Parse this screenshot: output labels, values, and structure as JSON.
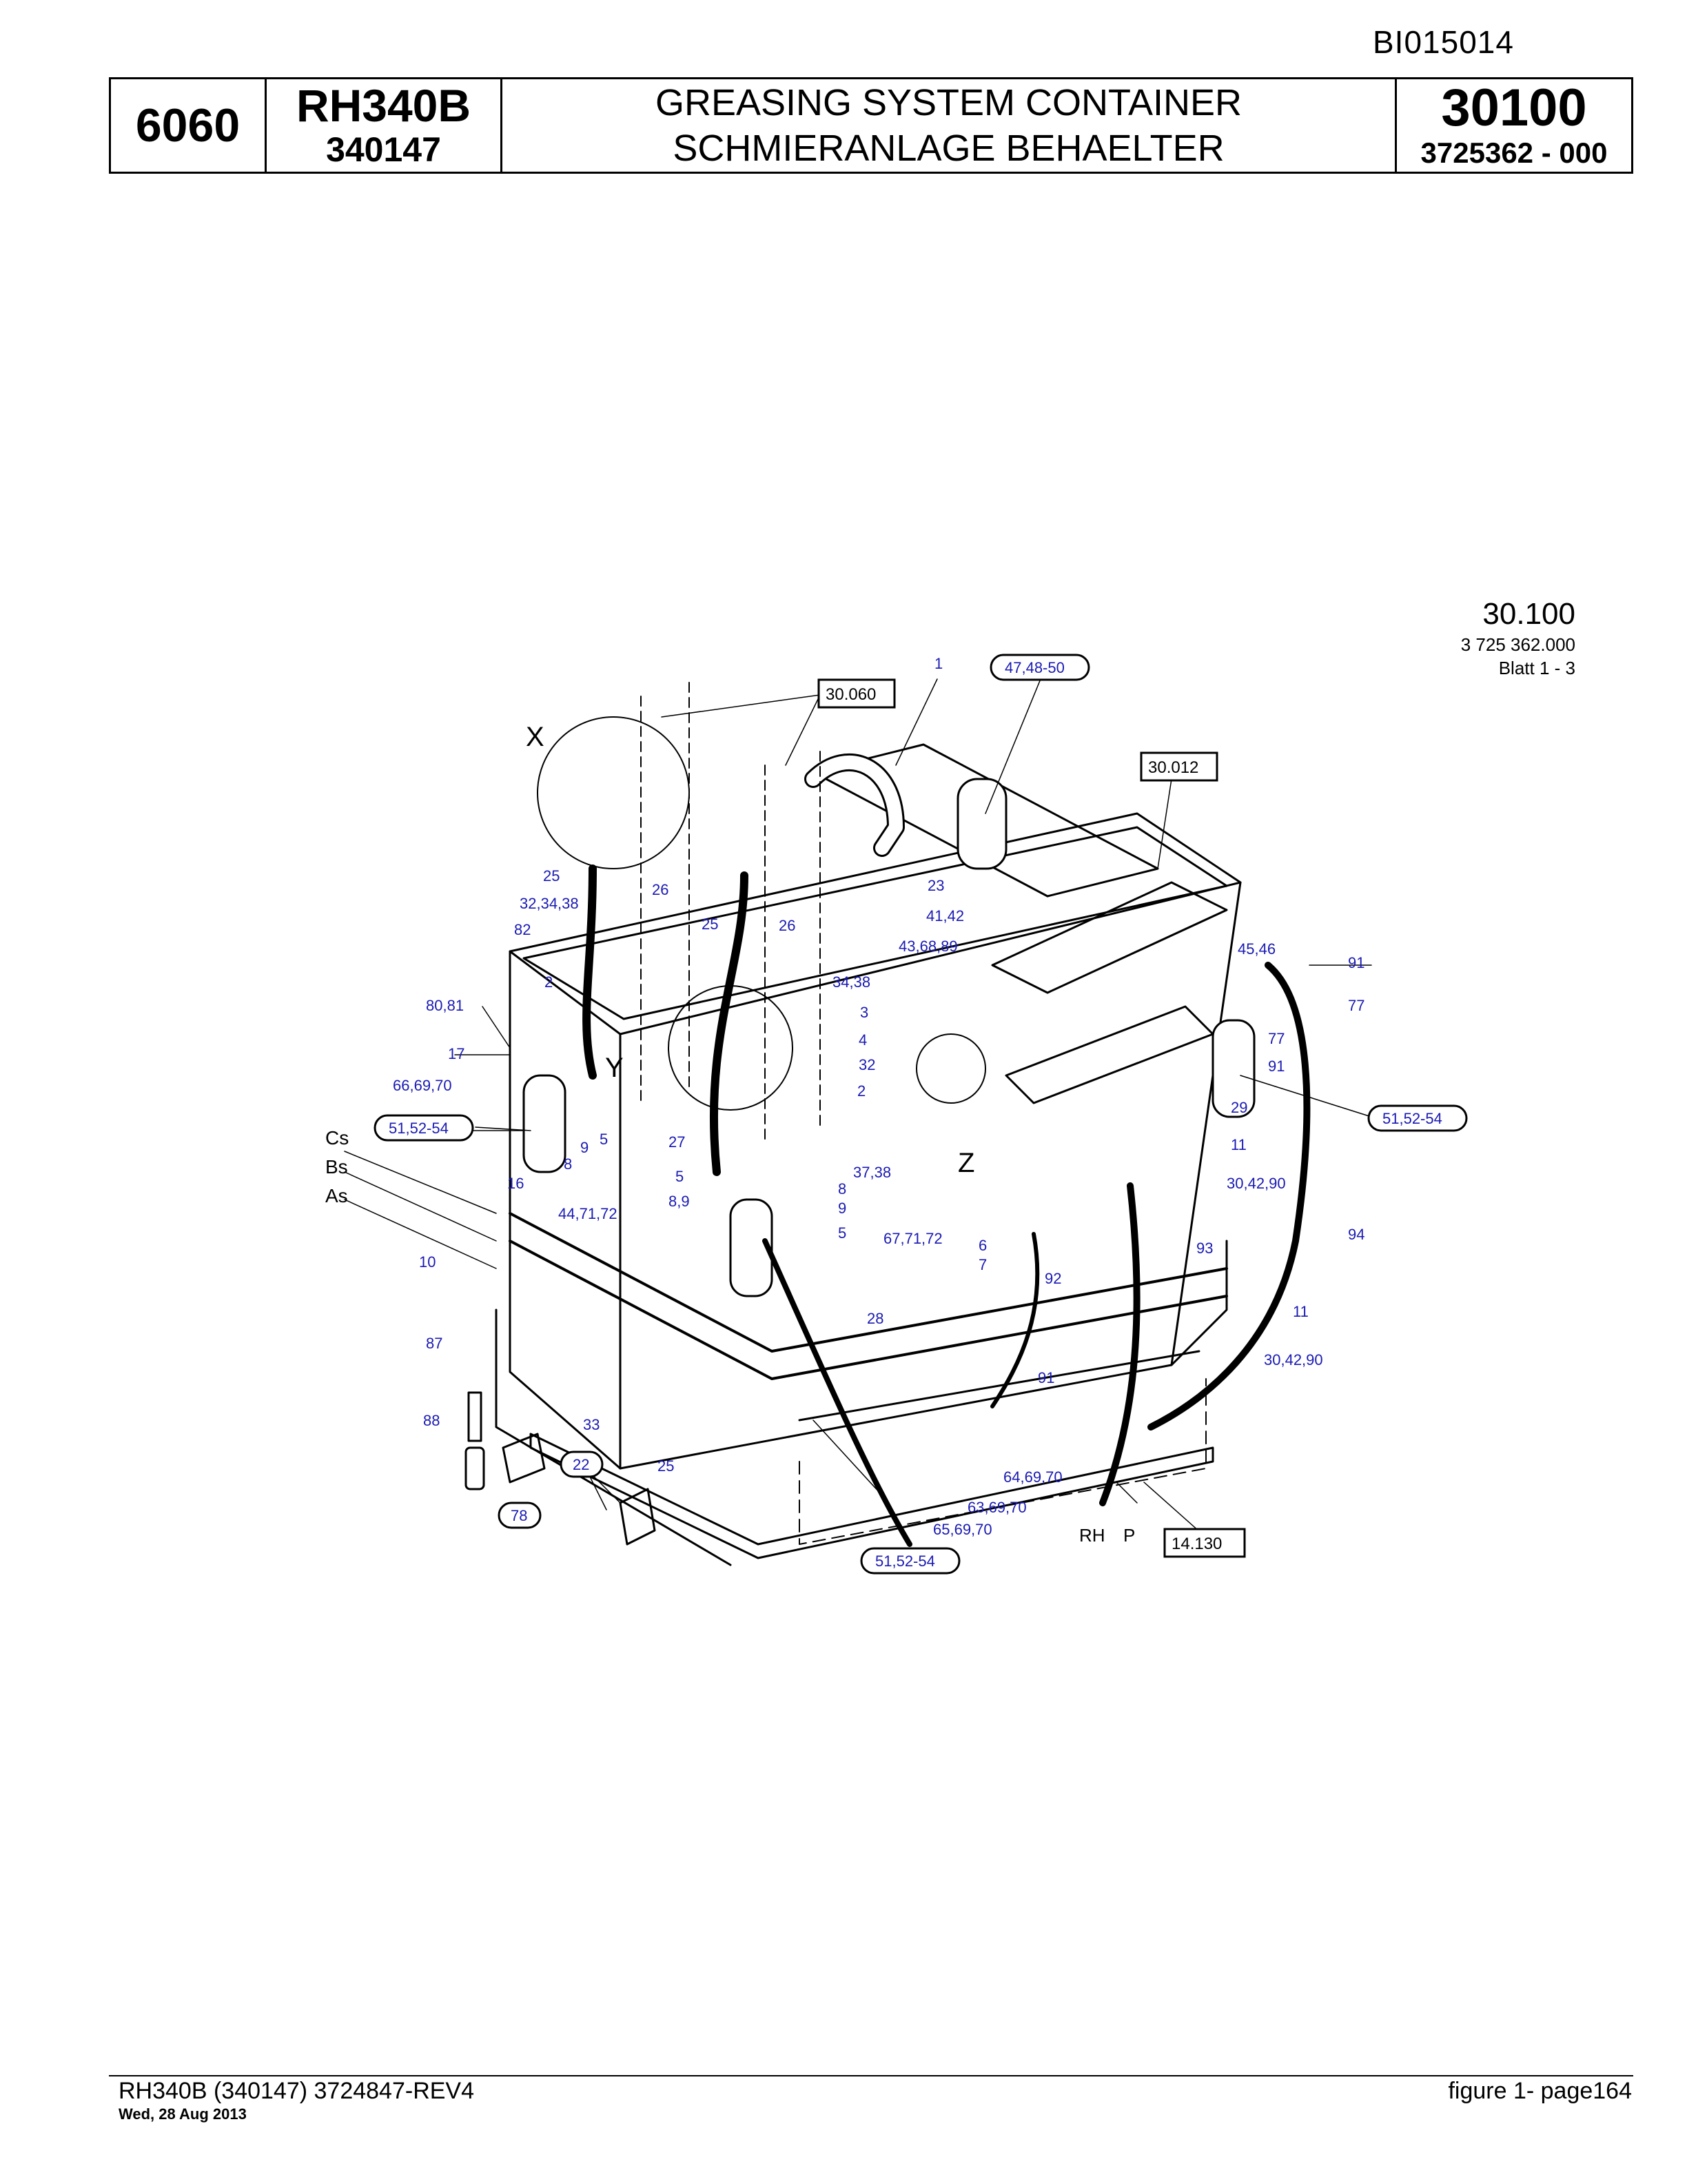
{
  "header": {
    "doc_id": "BI015014",
    "group": "6060",
    "model": "RH340B",
    "serial": "340147",
    "title_en": "GREASING SYSTEM CONTAINER",
    "title_de": "SCHMIERANLAGE BEHAELTER",
    "figure_number": "30100",
    "part_number": "3725362  - 000"
  },
  "drawing": {
    "ref_number": "30.100",
    "ref_part": "3 725 362.000",
    "ref_sheet": "Blatt 1 - 3",
    "detail_letters": {
      "x": "X",
      "y": "Y",
      "z": "Z"
    },
    "port_labels": {
      "cs": "Cs",
      "bs": "Bs",
      "as": "As",
      "rh": "RH",
      "p": "P"
    },
    "boxed_refs": {
      "r30060": "30.060",
      "r30012": "30.012",
      "r14130": "14.130"
    },
    "callouts_oval": {
      "o47_50": "47,48-50",
      "o51_left": "51,52-54",
      "o51_right": "51,52-54",
      "o51_bottom": "51,52-54",
      "o22": "22",
      "o78": "78"
    },
    "callouts": {
      "c1": "1",
      "c23": "23",
      "c41_42": "41,42",
      "c43_68_89": "43,68,89",
      "c25a": "25",
      "c26a": "26",
      "c32_34_38": "32,34,38",
      "c82": "82",
      "c25b": "25",
      "c26b": "26",
      "c2a": "2",
      "c34_38": "34,38",
      "c3": "3",
      "c4": "4",
      "c32": "32",
      "c2b": "2",
      "c80_81": "80,81",
      "c17": "17",
      "c66_69_70": "66,69,70",
      "c9a": "9",
      "c5a": "5",
      "c8a": "8",
      "c16": "16",
      "c27": "27",
      "c5b": "5",
      "c37_38": "37,38",
      "c8b": "8",
      "c8_9": "8,9",
      "c9b": "9",
      "c5c": "5",
      "c44_71_72": "44,71,72",
      "c10": "10",
      "c67_71_72": "67,71,72",
      "c6": "6",
      "c7": "7",
      "c45_46": "45,46",
      "c91a": "91",
      "c77a": "77",
      "c77b": "77",
      "c91b": "91",
      "c29": "29",
      "c11a": "11",
      "c30_42_90a": "30,42,90",
      "c94": "94",
      "c93": "93",
      "c92": "92",
      "c11b": "11",
      "c30_42_90b": "30,42,90",
      "c28": "28",
      "c91c": "91",
      "c87": "87",
      "c88": "88",
      "c33": "33",
      "c25c": "25",
      "c64_69_70": "64,69,70",
      "c63_69_70": "63,69,70",
      "c65_69_70": "65,69,70"
    }
  },
  "footer": {
    "left": "RH340B (340147) 3724847-REV4",
    "date": "Wed, 28 Aug 2013",
    "right": "figure  1- page164"
  }
}
